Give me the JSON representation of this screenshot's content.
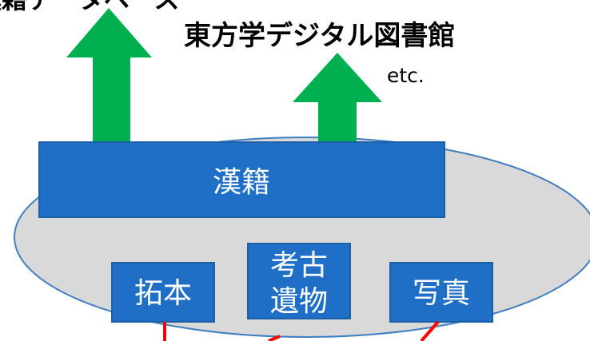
{
  "top": {
    "title_left_partial": "漢籍データベース",
    "title_right": "東方学デジタル図書館",
    "etc_label": "etc."
  },
  "boxes": {
    "main_label": "漢籍",
    "rubbing_label": "拓本",
    "archaeology_label_line1": "考古",
    "archaeology_label_line2": "遺物",
    "photo_label": "写真"
  },
  "colors": {
    "arrow_green": "#00b050",
    "box_blue": "#1f6fc6",
    "box_border": "#1a5fa8",
    "ellipse_fill": "#d9d9d9",
    "ellipse_stroke": "#3f7fbf",
    "connector_red": "#ff0000"
  }
}
